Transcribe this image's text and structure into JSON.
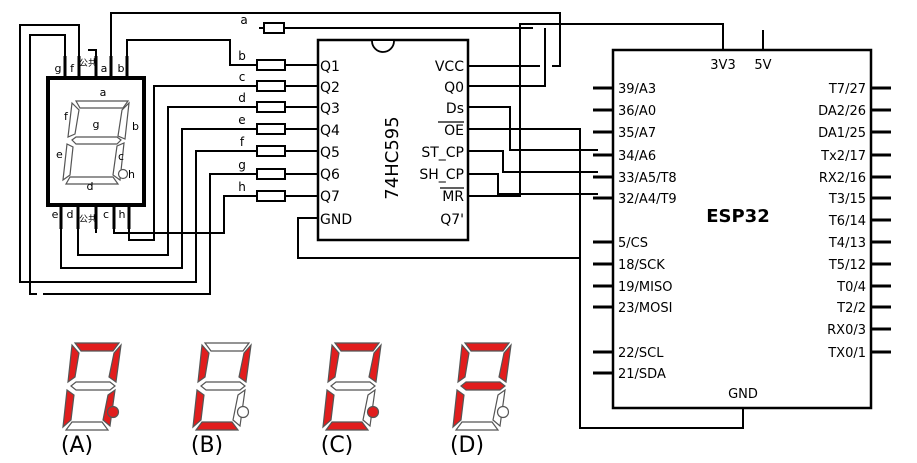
{
  "colors": {
    "segment_on": "#e11d1d",
    "segment_off": "#ffffff",
    "line": "#000000"
  },
  "display": {
    "top_pins": [
      "g",
      "f",
      "公共",
      "a",
      "b"
    ],
    "bottom_pins": [
      "e",
      "d",
      "公共",
      "c",
      "h"
    ],
    "segment_labels": [
      "a",
      "b",
      "c",
      "d",
      "e",
      "f",
      "g",
      "h"
    ]
  },
  "resistor_labels": [
    "a",
    "b",
    "c",
    "d",
    "e",
    "f",
    "g",
    "h"
  ],
  "shift_register": {
    "name": "74HC595",
    "left_pins": [
      "Q1",
      "Q2",
      "Q3",
      "Q4",
      "Q5",
      "Q6",
      "Q7",
      "GND"
    ],
    "right_pins": [
      "VCC",
      "Q0",
      "Ds",
      "OE",
      "ST_CP",
      "SH_CP",
      "MR",
      "Q7'"
    ]
  },
  "esp32": {
    "name": "ESP32",
    "top_pins": [
      "3V3",
      "5V"
    ],
    "bottom_pin": "GND",
    "left_pins": [
      "39/A3",
      "36/A0",
      "35/A7",
      "34/A6",
      "33/A5/T8",
      "32/A4/T9",
      "5/CS",
      "18/SCK",
      "19/MISO",
      "23/MOSI",
      "22/SCL",
      "21/SDA"
    ],
    "right_pins": [
      "T7/27",
      "DA2/26",
      "DA1/25",
      "Tx2/17",
      "RX2/16",
      "T3/15",
      "T6/14",
      "T4/13",
      "T5/12",
      "T0/4",
      "T2/2",
      "RX0/3",
      "TX0/1"
    ]
  },
  "options": [
    {
      "label": "(A)",
      "on": [
        "a",
        "e",
        "f",
        "c",
        "b",
        "dp"
      ]
    },
    {
      "label": "(B)",
      "on": [
        "f",
        "b",
        "e",
        "d"
      ]
    },
    {
      "label": "(C)",
      "on": [
        "a",
        "f",
        "b",
        "e",
        "d",
        "dp"
      ]
    },
    {
      "label": "(D)",
      "on": [
        "a",
        "f",
        "b",
        "g",
        "e"
      ]
    }
  ]
}
